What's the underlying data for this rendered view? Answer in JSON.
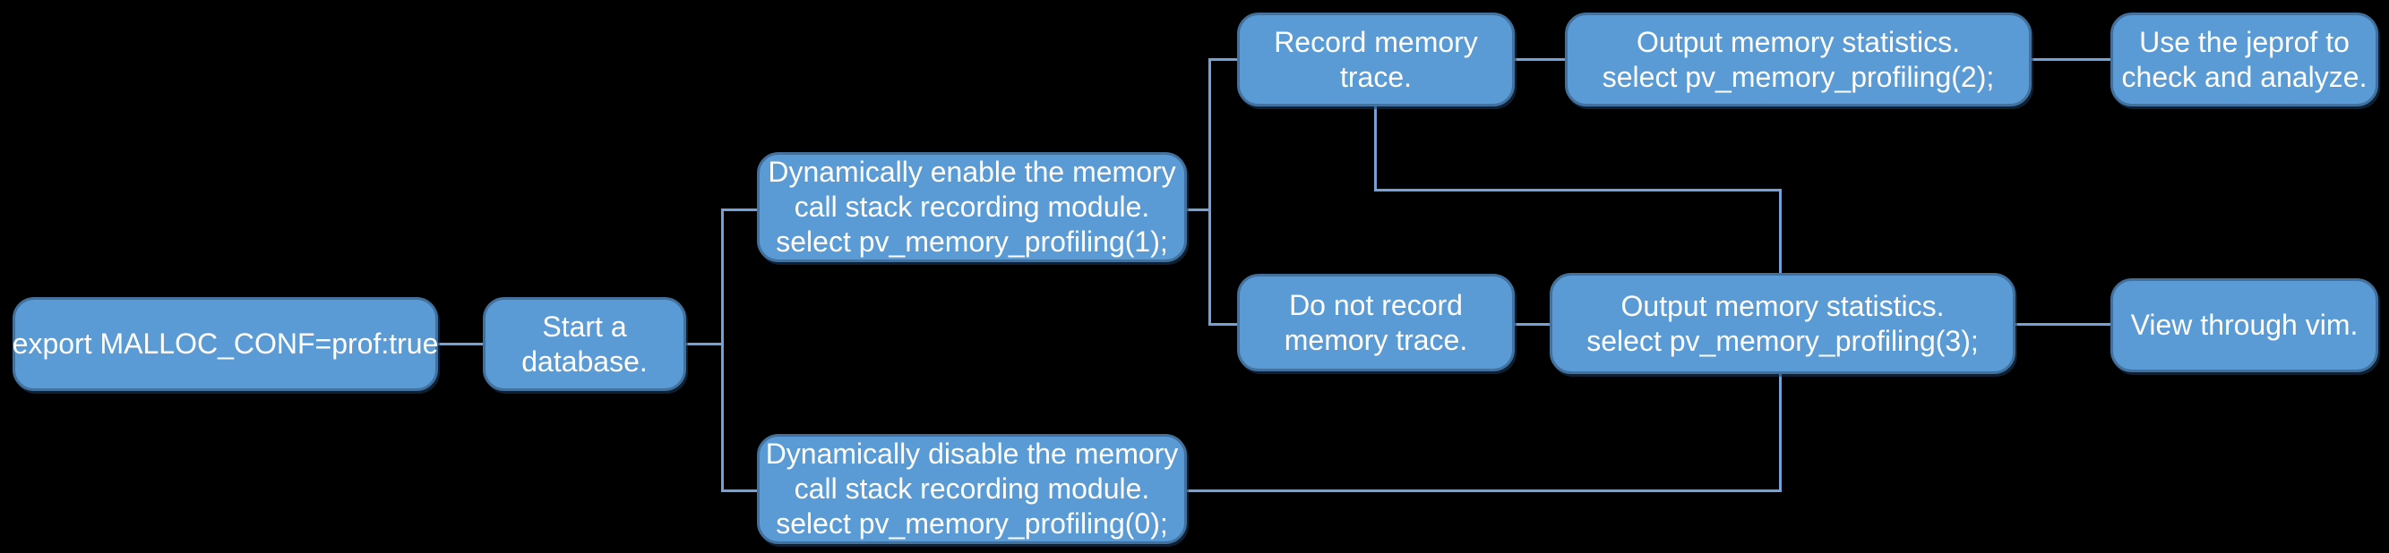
{
  "diagram": {
    "background_color": "#000000",
    "node_fill_color": "#5b9bd5",
    "node_border_color": "#41719c",
    "connector_color": "#74a2d8",
    "text_color": "#ffffff",
    "nodes": [
      {
        "id": "export-malloc",
        "lines": [
          "export MALLOC_CONF=prof:true"
        ]
      },
      {
        "id": "start-database",
        "lines": [
          "Start a",
          "database."
        ]
      },
      {
        "id": "enable-module",
        "lines": [
          "Dynamically enable the memory",
          "call stack recording module.",
          "select pv_memory_profiling(1);"
        ]
      },
      {
        "id": "disable-module",
        "lines": [
          "Dynamically disable the memory",
          "call stack recording module.",
          "select pv_memory_profiling(0);"
        ]
      },
      {
        "id": "record-trace",
        "lines": [
          "Record memory",
          "trace."
        ]
      },
      {
        "id": "no-record-trace",
        "lines": [
          "Do not record",
          "memory trace."
        ]
      },
      {
        "id": "output-stats-2",
        "lines": [
          "Output memory statistics.",
          "select pv_memory_profiling(2);"
        ]
      },
      {
        "id": "output-stats-3",
        "lines": [
          "Output memory statistics.",
          "select pv_memory_profiling(3);"
        ]
      },
      {
        "id": "jeprof-analyze",
        "lines": [
          "Use the jeprof to",
          "check and analyze."
        ]
      },
      {
        "id": "view-vim",
        "lines": [
          "View through vim."
        ]
      }
    ],
    "edges": [
      {
        "from": "export-malloc",
        "to": "start-database"
      },
      {
        "from": "start-database",
        "to": "enable-module"
      },
      {
        "from": "start-database",
        "to": "disable-module"
      },
      {
        "from": "enable-module",
        "to": "record-trace"
      },
      {
        "from": "enable-module",
        "to": "no-record-trace"
      },
      {
        "from": "record-trace",
        "to": "output-stats-2"
      },
      {
        "from": "record-trace",
        "to": "output-stats-3"
      },
      {
        "from": "no-record-trace",
        "to": "output-stats-3"
      },
      {
        "from": "disable-module",
        "to": "output-stats-3"
      },
      {
        "from": "output-stats-2",
        "to": "jeprof-analyze"
      },
      {
        "from": "output-stats-3",
        "to": "view-vim"
      }
    ]
  }
}
